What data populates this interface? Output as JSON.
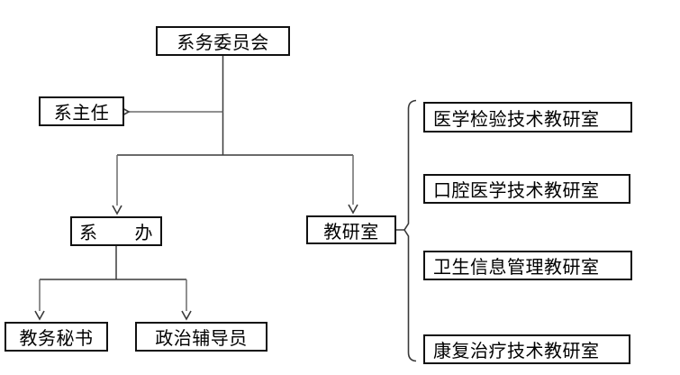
{
  "diagram": {
    "type": "org-chart",
    "colors": {
      "background": "#ffffff",
      "box_border": "#111111",
      "line": "#4a4a4a",
      "text": "#000000"
    },
    "nodes": {
      "committee": {
        "label": "系务委员会"
      },
      "director": {
        "label": "系主任"
      },
      "office": {
        "label": "系　　办"
      },
      "teaching_office": {
        "label": "教研室"
      },
      "secretary": {
        "label": "教务秘书"
      },
      "counselor": {
        "label": "政治辅导员"
      },
      "right_items": [
        {
          "label": "医学检验技术教研室"
        },
        {
          "label": "口腔医学技术教研室"
        },
        {
          "label": "卫生信息管理教研室"
        },
        {
          "label": "康复治疗技术教研室"
        }
      ]
    },
    "edges": [
      {
        "from": "committee",
        "to": "director",
        "style": "arrow"
      },
      {
        "from": "committee",
        "to": "office",
        "style": "arrow"
      },
      {
        "from": "committee",
        "to": "teaching_office",
        "style": "arrow"
      },
      {
        "from": "office",
        "to": "secretary",
        "style": "arrow"
      },
      {
        "from": "office",
        "to": "counselor",
        "style": "arrow"
      },
      {
        "from": "teaching_office",
        "to": "right_items",
        "style": "brace"
      }
    ]
  }
}
